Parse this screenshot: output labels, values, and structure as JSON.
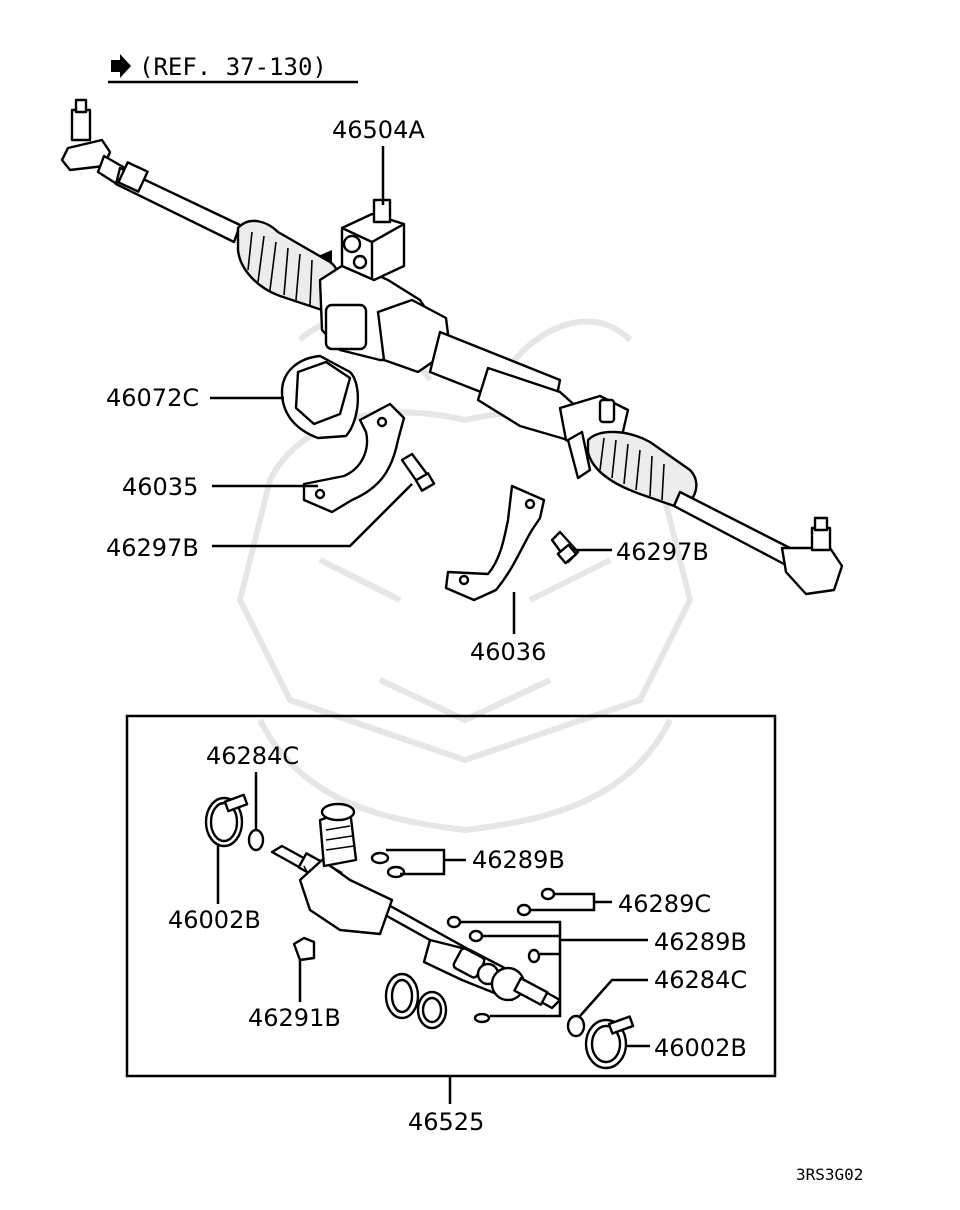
{
  "reference": {
    "text": "(REF. 37-130)",
    "arrow_icon": "right-arrow-icon"
  },
  "parts": {
    "p46504A": "46504A",
    "p46072C": "46072C",
    "p46035": "46035",
    "p46297B_left": "46297B",
    "p46297B_right": "46297B",
    "p46036": "46036",
    "p46284C_top": "46284C",
    "p46002B_left": "46002B",
    "p46289B_top": "46289B",
    "p46289C": "46289C",
    "p46289B_mid": "46289B",
    "p46284C_right": "46284C",
    "p46291B": "46291B",
    "p46002B_right": "46002B",
    "p46525": "46525"
  },
  "diagram_code": "3RS3G02"
}
